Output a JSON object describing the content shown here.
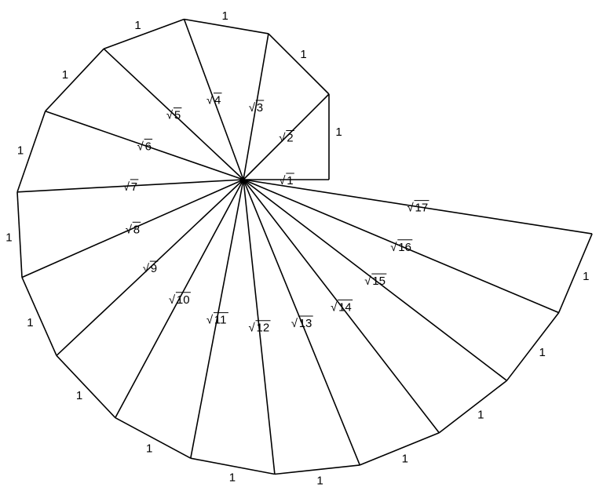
{
  "diagram": {
    "edge_label": "1",
    "radical_symbol": "√",
    "radicands": [
      "1",
      "2",
      "3",
      "4",
      "5",
      "6",
      "7",
      "8",
      "9",
      "10",
      "11",
      "12",
      "13",
      "14",
      "15",
      "16",
      "17"
    ],
    "line_color": "#000000",
    "background_color": "#ffffff"
  }
}
